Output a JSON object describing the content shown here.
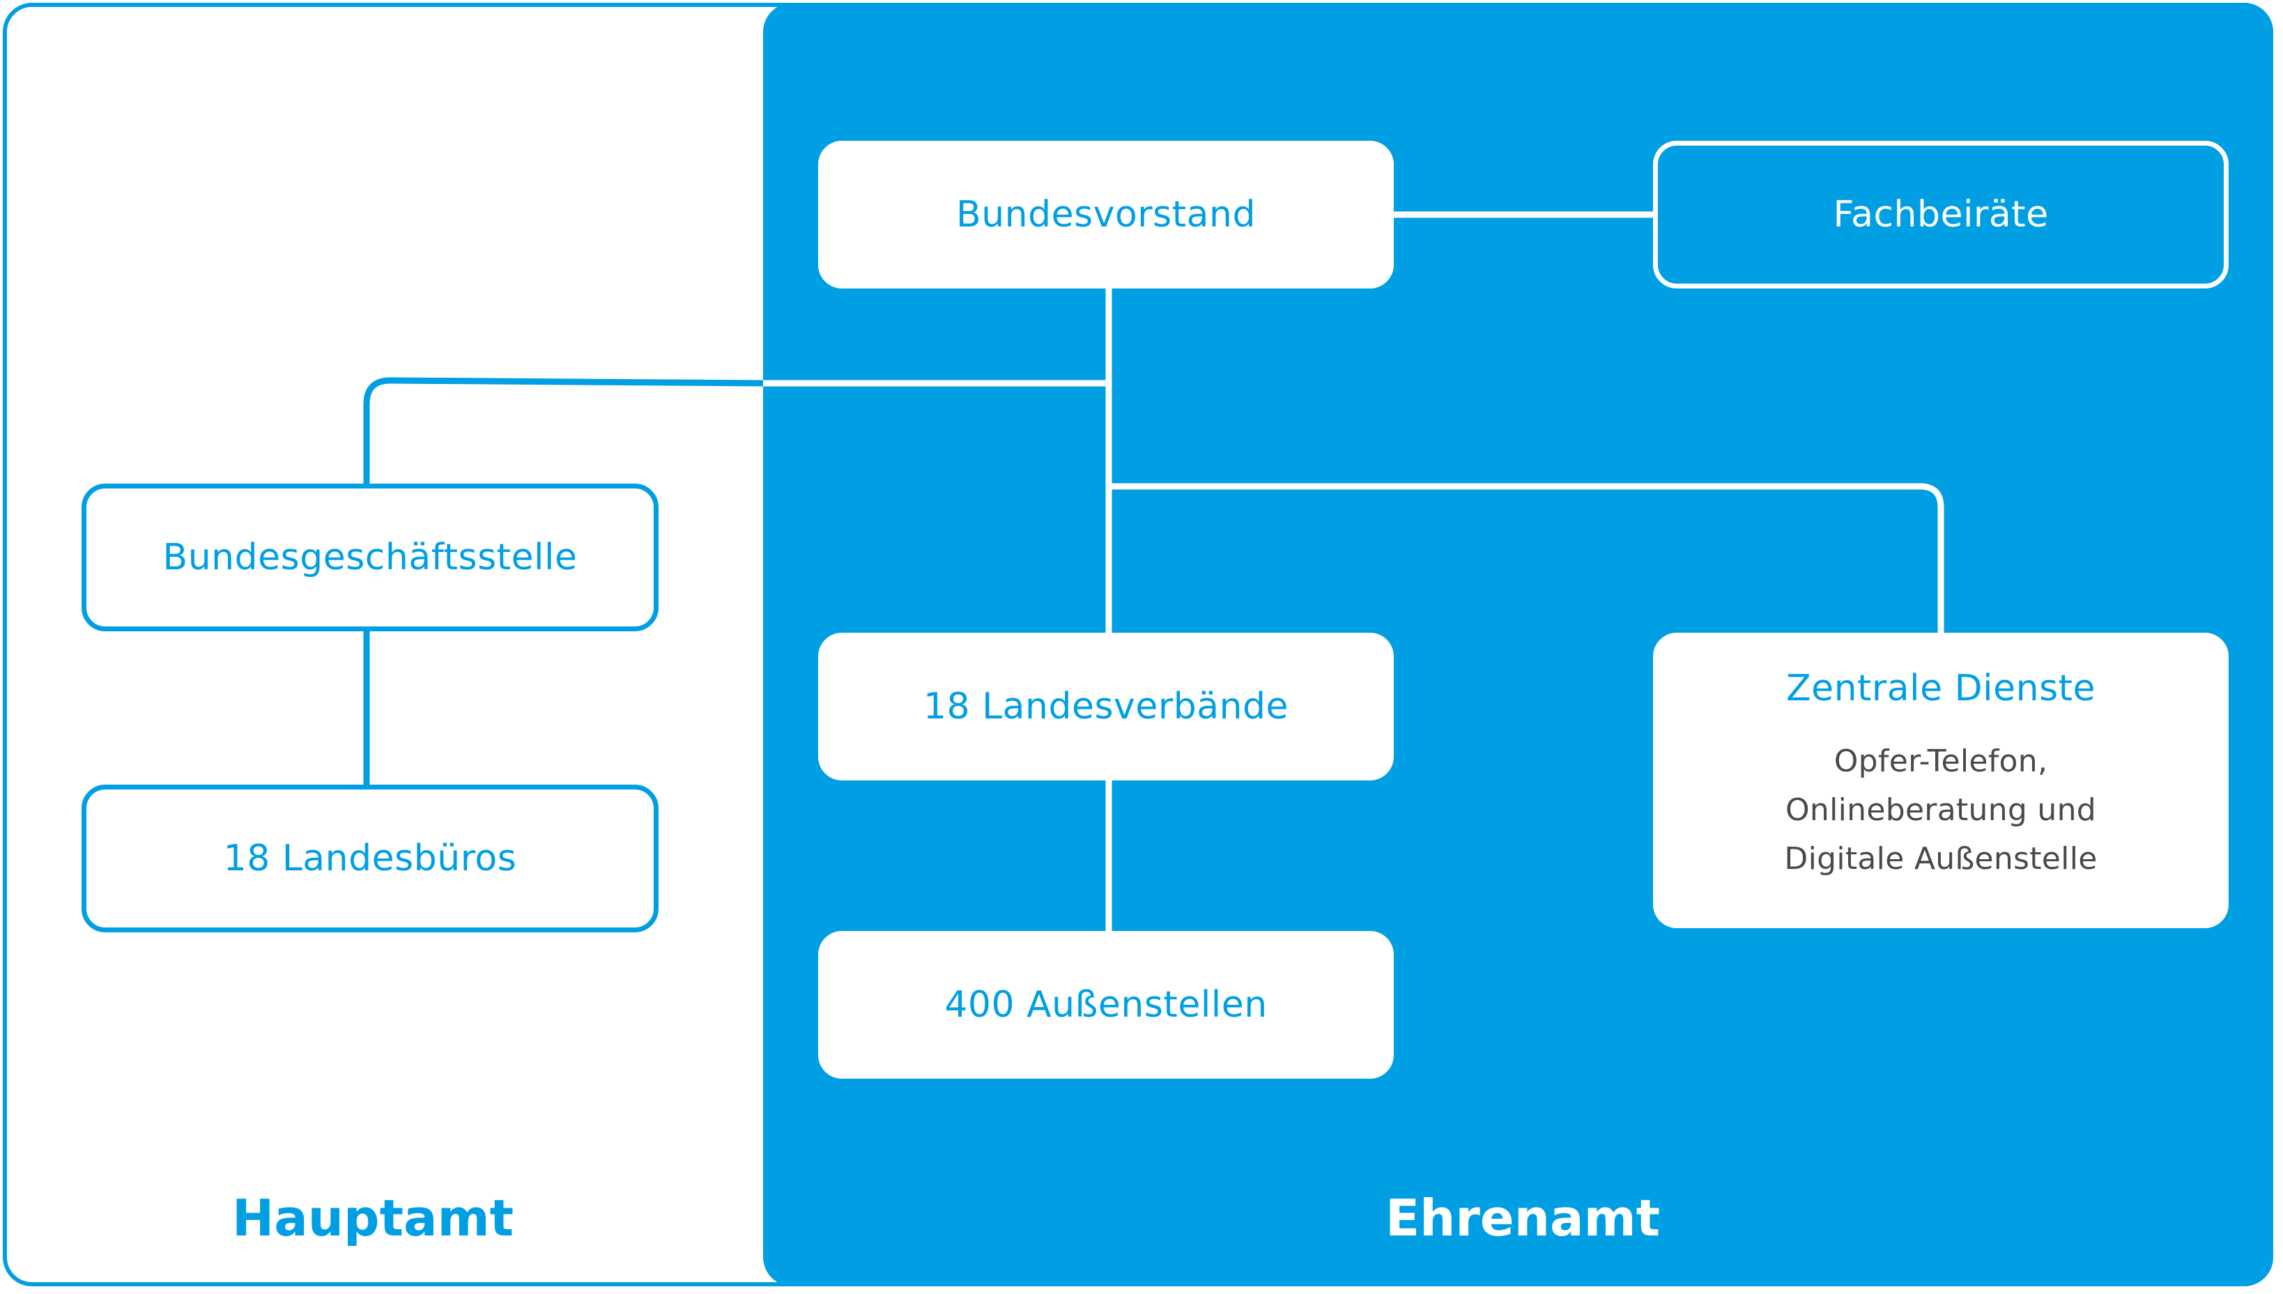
{
  "sections": {
    "left_label": "Hauptamt",
    "right_label": "Ehrenamt"
  },
  "nodes": {
    "bundesvorstand": "Bundesvorstand",
    "fachbeiraete": "Fachbeiräte",
    "bundesgeschaeftsstelle": "Bundesgeschäftsstelle",
    "landesbueros": "18 Landesbüros",
    "landesverbaende": "18 Landesverbände",
    "aussenstellen": "400 Außenstellen",
    "zentrale_dienste": {
      "title": "Zentrale Dienste",
      "line1": "Opfer-Telefon,",
      "line2": "Onlineberatung und",
      "line3": "Digitale Außenstelle"
    }
  },
  "colors": {
    "accent": "#009fe3",
    "white": "#ffffff",
    "subtext": "#4a4a4a"
  }
}
